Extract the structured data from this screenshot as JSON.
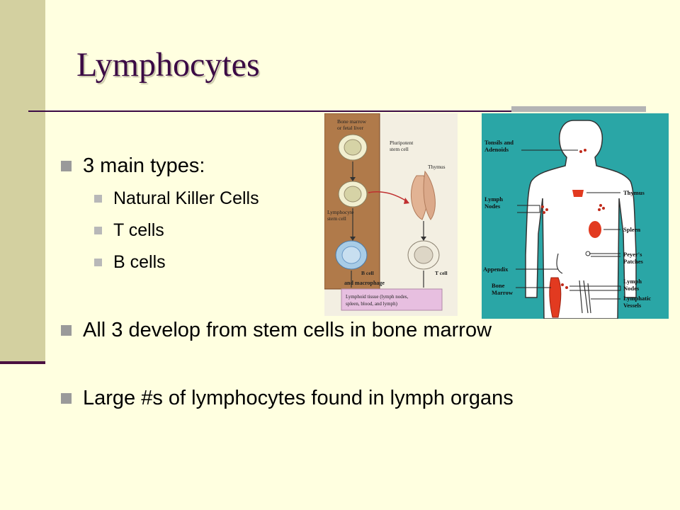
{
  "slide": {
    "title": "Lymphocytes",
    "bullets": {
      "main_types": "3 main types:",
      "sub": [
        "Natural Killer Cells",
        "T cells",
        "B cells"
      ],
      "develop": "All 3 develop from stem cells in bone marrow",
      "large": "Large #s of lymphocytes found in lymph organs"
    },
    "colors": {
      "background": "#ffffe0",
      "title": "#3b0a45",
      "band": "#d3d0a0"
    }
  },
  "figure_development": {
    "labels": {
      "bone_marrow": "Bone marrow",
      "fetal_liver": "or fetal liver",
      "pluripotent": "Pluripotent",
      "stem_cell": "stem cell",
      "thymus": "Thymus",
      "lymphocyte": "Lymphocyte",
      "lymph_stem": "stem cell",
      "b_cell": "B cell",
      "and_macrophage": "and macrophage",
      "t_cell": "T cell",
      "tissue1": "Lymphoid tissue (lymph nodes,",
      "tissue2": "spleen, blood, and lymph)"
    }
  },
  "figure_body": {
    "labels": {
      "tonsils1": "Tonsils and",
      "tonsils2": "Adenoids",
      "lymph_nodes1": "Lymph",
      "lymph_nodes2": "Nodes",
      "appendix": "Appendix",
      "bone1": "Bone",
      "bone2": "Marrow",
      "thymus": "Thymus",
      "spleen": "Spleen",
      "peyers1": "Peyer's",
      "peyers2": "Patches",
      "lymph_nodes_r1": "Lymph",
      "lymph_nodes_r2": "Nodes",
      "vessels1": "Lymphatic",
      "vessels2": "Vessels"
    }
  }
}
